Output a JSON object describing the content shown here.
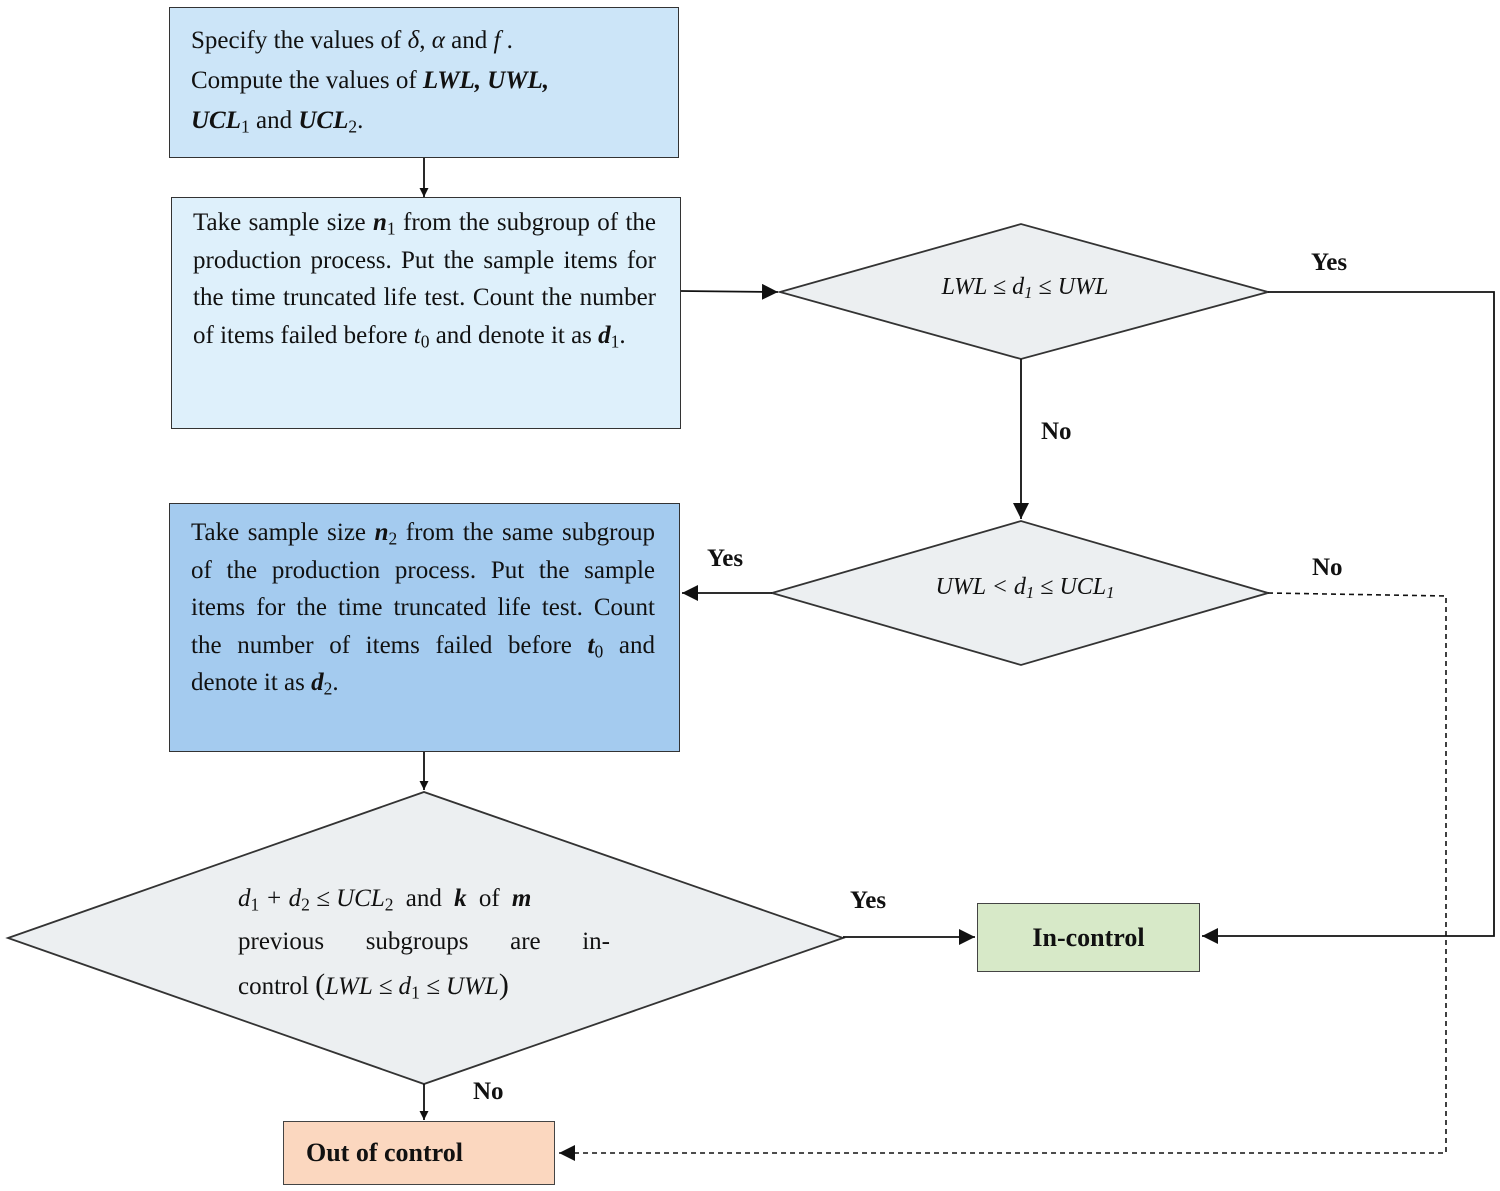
{
  "colors": {
    "box_start": "#cce5f8",
    "box_sample1": "#def0fb",
    "box_sample2": "#a4cbef",
    "decision": "#eceff1",
    "in_control": "#d7e9c8",
    "out_of_control": "#fbd7bf",
    "stroke": "#333333"
  },
  "start_box": {
    "line1": {
      "a": "Specify the values of ",
      "delta": "δ",
      "comma": ", ",
      "alpha": "α",
      "and": " and ",
      "f": "f",
      "end": " ."
    },
    "line2": {
      "a": "Compute the values of ",
      "b": "LWL, UWL,"
    },
    "line3": {
      "ucl": "UCL",
      "sub1": "1",
      "and": " and ",
      "ucl2": "UCL",
      "sub2": "2",
      "end": "."
    }
  },
  "sample1_box": {
    "t1": "Take sample size ",
    "n": "n",
    "n_sub": "1",
    "t2": " from the subgroup of the production process. Put the sample items for the time truncated life test. Count the number of items failed before ",
    "t0": "t",
    "t0_sub": "0",
    "t3": " and denote it as ",
    "d": "d",
    "d_sub": "1",
    "t4": "."
  },
  "sample2_box": {
    "t1": "Take sample size ",
    "n": "n",
    "n_sub": "2",
    "t2": " from the same subgroup of the production process. Put the sample items for the time truncated life test. Count the number of items failed before ",
    "t0": "t",
    "t0_sub": "0",
    "t3": " and denote it as ",
    "d": "d",
    "d_sub": "2",
    "t4": "."
  },
  "decision1": {
    "left": "LWL ≤ d",
    "sub": "1",
    "right": " ≤ UWL"
  },
  "decision2": {
    "left": "UWL < d",
    "sub": "1",
    "mid": " ≤ UCL",
    "sub2": "1"
  },
  "decision3": {
    "d1": "d",
    "d1_sub": "1",
    "plus": " + d",
    "d2_sub": "2",
    "le": " ≤ UCL",
    "ucl_sub": "2",
    "and": " and ",
    "k": "k",
    "of": " of ",
    "m": "m",
    "line2": "previous subgroups are in-",
    "line3a": "control ",
    "paren_open": "(",
    "cond": "LWL ≤ d",
    "cond_sub": "1",
    "cond_end": " ≤ UWL",
    "paren_close": ")"
  },
  "labels": {
    "yes_top": "Yes",
    "no_mid": "No",
    "yes_left": "Yes",
    "no_right": "No",
    "yes_bottom": "Yes",
    "no_bottom": "No"
  },
  "in_control": "In-control",
  "out_of_control": "Out of control"
}
